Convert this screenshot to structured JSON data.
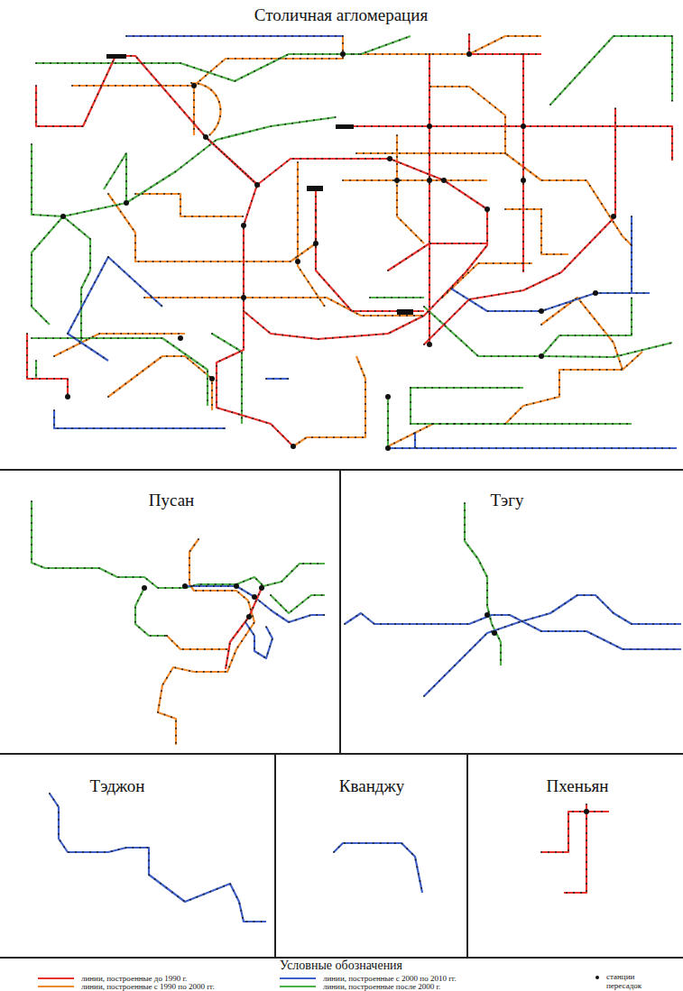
{
  "diagram": {
    "nodes": [
      {
        "text": [
          "Столичная агломерация"
        ]
      },
      {
        "text": [
          "Пусан"
        ]
      },
      {
        "text": [
          "Тэгу"
        ]
      },
      {
        "text": [
          "Тэджон"
        ]
      },
      {
        "text": [
          "Кванджу"
        ]
      },
      {
        "text": [
          "Пхеньян"
        ]
      }
    ],
    "labels": [
      "Условные обозначения"
    ],
    "legend": [
      {
        "text": "линии, построенные до 1990 г.",
        "color": "#e8312b"
      },
      {
        "text": "линии, построенные с 1990 по 2000 гг.",
        "color": "#f0882a"
      },
      {
        "text": "линии, построенные с 2000 по 2010 гг.",
        "color": "#3f5fc8"
      },
      {
        "text": "линии, построенные после 2000 г.",
        "color": "#4eaf46"
      },
      {
        "text": "станции пересадок"
      }
    ]
  }
}
